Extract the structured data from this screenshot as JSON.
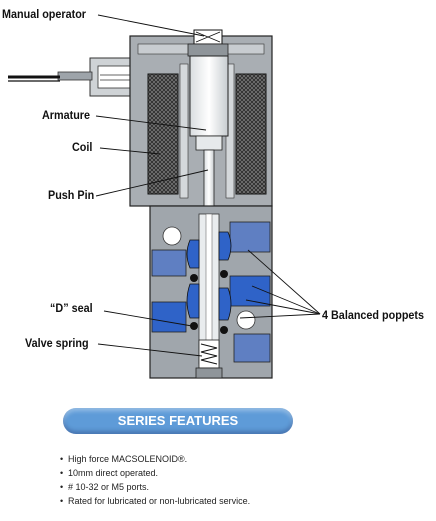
{
  "labels": {
    "manual_operator": "Manual operator",
    "armature": "Armature",
    "coil": "Coil",
    "push_pin": "Push Pin",
    "d_seal": "“D” seal",
    "valve_spring": "Valve spring",
    "balanced_poppets": "4 Balanced poppets"
  },
  "banner": {
    "title": "SERIES FEATURES"
  },
  "features": [
    "High force MACSOLENOID®.",
    "10mm direct operated.",
    "# 10-32 or M5 ports.",
    "Rated for lubricated or non-lubricated service."
  ],
  "colors": {
    "body_gray": "#9ea4aa",
    "coil_dark": "#3a3a3a",
    "poppet_blue": "#2f63c8",
    "banner_blue": "#5e9bd8"
  }
}
